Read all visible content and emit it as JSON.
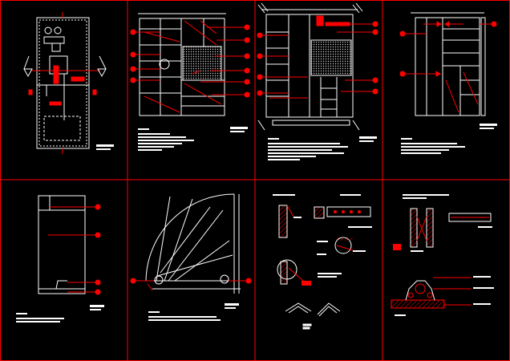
{
  "drawing": {
    "background": "#000000",
    "frame_color": "#ff0000",
    "line_color": "#ffffff",
    "hatch_color": "#ff0000",
    "panel_count": 8,
    "panels": [
      {
        "id": "floor-plan",
        "kind": "plan view",
        "has_text_block": true
      },
      {
        "id": "elevation-wardrobe-1",
        "kind": "elevation",
        "callouts": 8
      },
      {
        "id": "elevation-wardrobe-2",
        "kind": "elevation",
        "callouts": 7
      },
      {
        "id": "elevation-wardrobe-3",
        "kind": "elevation",
        "callouts": 3
      },
      {
        "id": "door-elevation",
        "kind": "elevation",
        "callouts": 4
      },
      {
        "id": "door-swing-plan",
        "kind": "plan view",
        "callouts": 2
      },
      {
        "id": "hardware-details-1",
        "kind": "detail"
      },
      {
        "id": "hardware-details-2",
        "kind": "detail"
      }
    ]
  }
}
